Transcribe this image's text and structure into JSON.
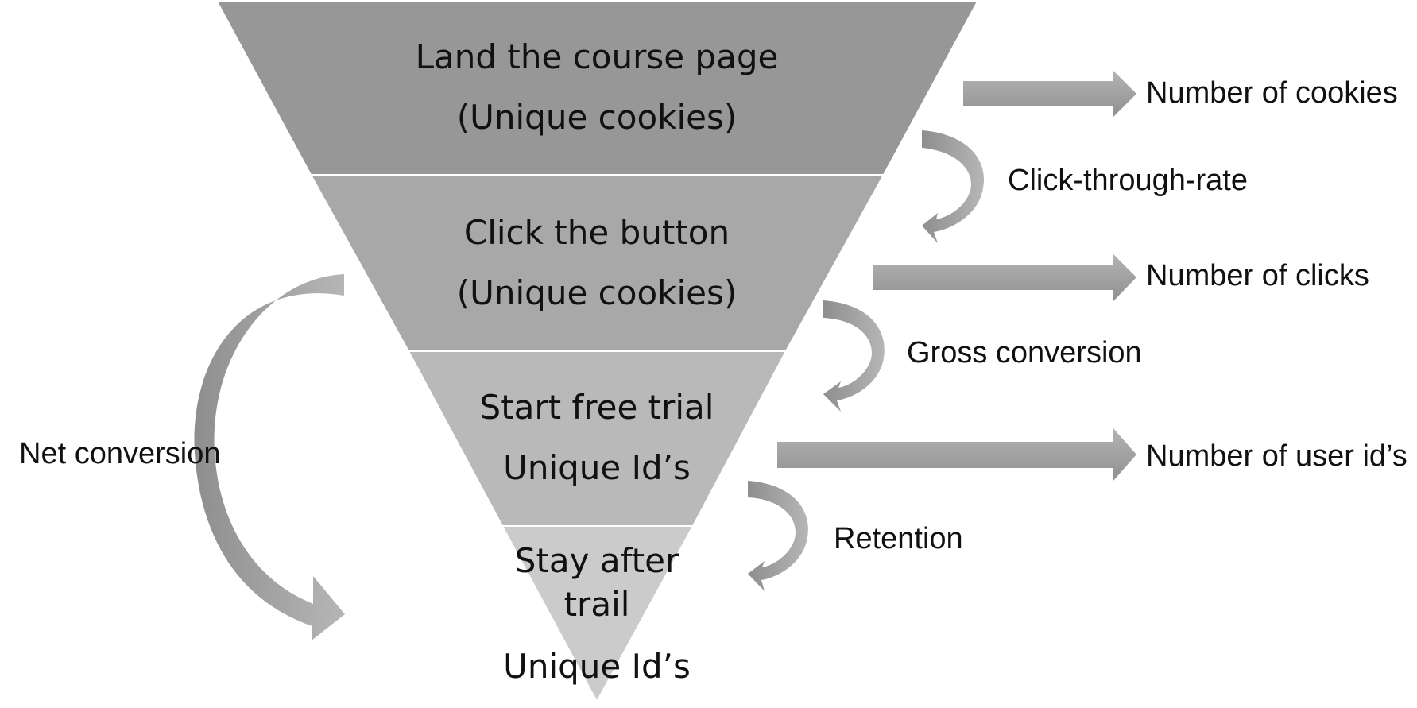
{
  "funnel": {
    "stages": [
      {
        "line1": "Land the course page",
        "line2": "(Unique cookies)"
      },
      {
        "line1": "Click the button",
        "line2": "(Unique cookies)"
      },
      {
        "line1": "Start free trial",
        "line2": "Unique Id’s"
      },
      {
        "line1": "Stay after",
        "line2": "trail",
        "line3": "Unique Id’s"
      }
    ]
  },
  "counts": {
    "cookies": "Number of cookies",
    "clicks": "Number of clicks",
    "user_ids": "Number of user id’s"
  },
  "rates": {
    "click_through": "Click-through-rate",
    "gross_conversion": "Gross conversion",
    "retention": "Retention",
    "net_conversion": "Net conversion"
  },
  "colors": {
    "stage_1": "#979797",
    "stage_2": "#a8a8a8",
    "stage_3": "#b9b9b9",
    "stage_4": "#cbcbcb",
    "arrow": "#a3a3a3"
  }
}
